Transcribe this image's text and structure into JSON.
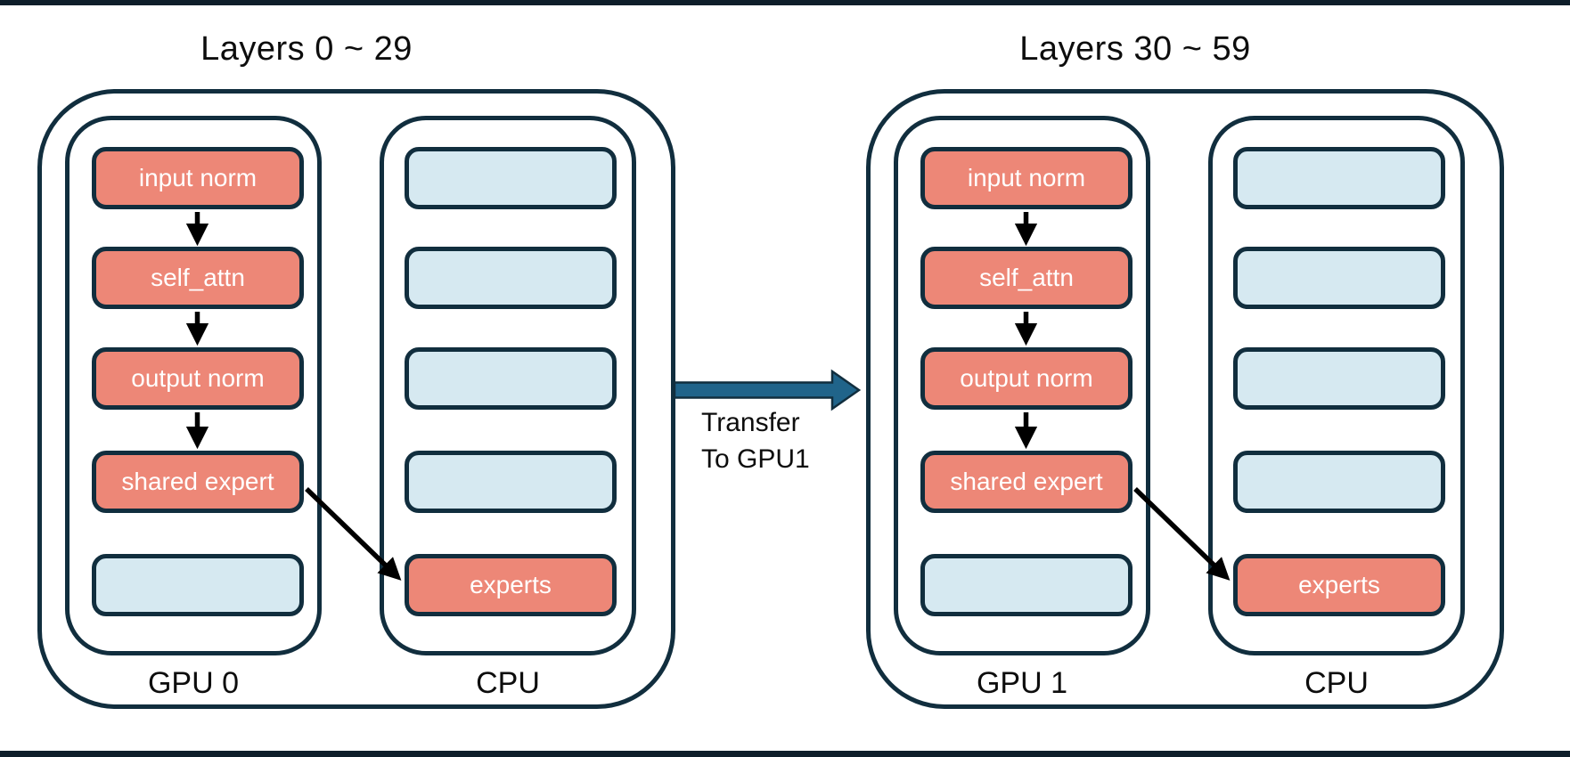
{
  "diagram": {
    "groups": [
      {
        "title": "Layers 0 ~ 29",
        "gpu_label": "GPU 0",
        "cpu_label": "CPU",
        "gpu_boxes": [
          {
            "label": "input norm",
            "type": "active"
          },
          {
            "label": "self_attn",
            "type": "active"
          },
          {
            "label": "output norm",
            "type": "active"
          },
          {
            "label": "shared expert",
            "type": "active"
          },
          {
            "label": "",
            "type": "empty"
          }
        ],
        "cpu_boxes": [
          {
            "label": "",
            "type": "empty"
          },
          {
            "label": "",
            "type": "empty"
          },
          {
            "label": "",
            "type": "empty"
          },
          {
            "label": "",
            "type": "empty"
          },
          {
            "label": "experts",
            "type": "active"
          }
        ]
      },
      {
        "title": "Layers 30 ~ 59",
        "gpu_label": "GPU 1",
        "cpu_label": "CPU",
        "gpu_boxes": [
          {
            "label": "input norm",
            "type": "active"
          },
          {
            "label": "self_attn",
            "type": "active"
          },
          {
            "label": "output norm",
            "type": "active"
          },
          {
            "label": "shared expert",
            "type": "active"
          },
          {
            "label": "",
            "type": "empty"
          }
        ],
        "cpu_boxes": [
          {
            "label": "",
            "type": "empty"
          },
          {
            "label": "",
            "type": "empty"
          },
          {
            "label": "",
            "type": "empty"
          },
          {
            "label": "",
            "type": "empty"
          },
          {
            "label": "experts",
            "type": "active"
          }
        ]
      }
    ],
    "transfer": {
      "line1": "Transfer",
      "line2": "To GPU1"
    },
    "colors": {
      "active_fill": "#ED8777",
      "empty_fill": "#D6E9F1",
      "outline": "#112E3E",
      "transfer_arrow_fill": "#20648A",
      "flow_arrow": "#000000",
      "edge_bar": "#0E1E2A"
    }
  }
}
